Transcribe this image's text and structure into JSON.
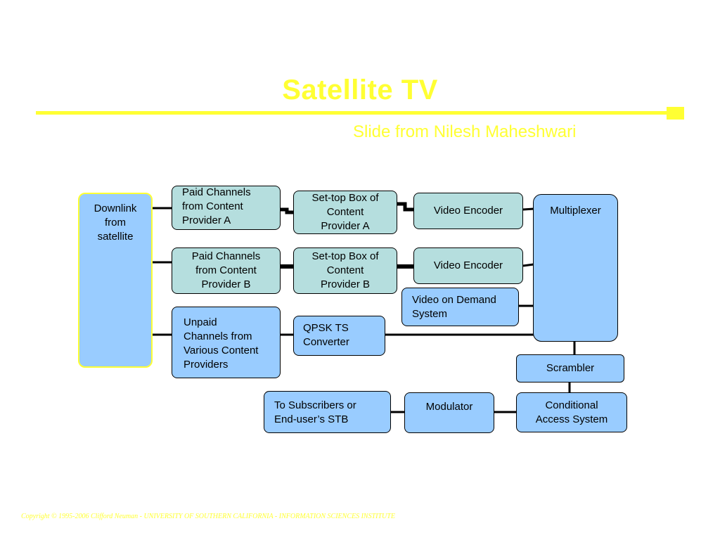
{
  "slide": {
    "title": "Satellite TV",
    "subtitle": "Slide from Nilesh Maheshwari",
    "footer": "Copyright © 1995-2006 Clifford Neuman - UNIVERSITY OF SOUTHERN CALIFORNIA - INFORMATION SCIENCES INSTITUTE",
    "accent_color": "#ffff33"
  },
  "diagram": {
    "colors": {
      "teal": "#b5dede",
      "blue": "#99ccff",
      "downlink_border": "#ffff33"
    },
    "nodes": {
      "downlink": {
        "lines": [
          "Downlink",
          "from",
          "satellite"
        ]
      },
      "paid_a": {
        "lines": [
          "Paid Channels",
          "from Content",
          "Provider A"
        ]
      },
      "stb_a": {
        "lines": [
          "Set-top Box of",
          "Content",
          "Provider A"
        ]
      },
      "enc_a": {
        "lines": [
          "Video Encoder"
        ]
      },
      "multiplexer": {
        "lines": [
          "Multiplexer"
        ]
      },
      "paid_b": {
        "lines": [
          "Paid Channels",
          "from Content",
          "Provider B"
        ]
      },
      "stb_b": {
        "lines": [
          "Set-top Box of",
          "Content",
          "Provider B"
        ]
      },
      "enc_b": {
        "lines": [
          "Video Encoder"
        ]
      },
      "vod": {
        "lines": [
          "Video on Demand",
          "System"
        ]
      },
      "unpaid": {
        "lines": [
          "Unpaid",
          "Channels from",
          "Various Content",
          "Providers"
        ]
      },
      "qpsk": {
        "lines": [
          "QPSK TS",
          "Converter"
        ]
      },
      "scrambler": {
        "lines": [
          "Scrambler"
        ]
      },
      "subscribers": {
        "lines": [
          "To Subscribers or",
          "End-user’s STB"
        ]
      },
      "modulator": {
        "lines": [
          "Modulator"
        ]
      },
      "cas": {
        "lines": [
          "Conditional",
          "Access System"
        ]
      }
    }
  }
}
